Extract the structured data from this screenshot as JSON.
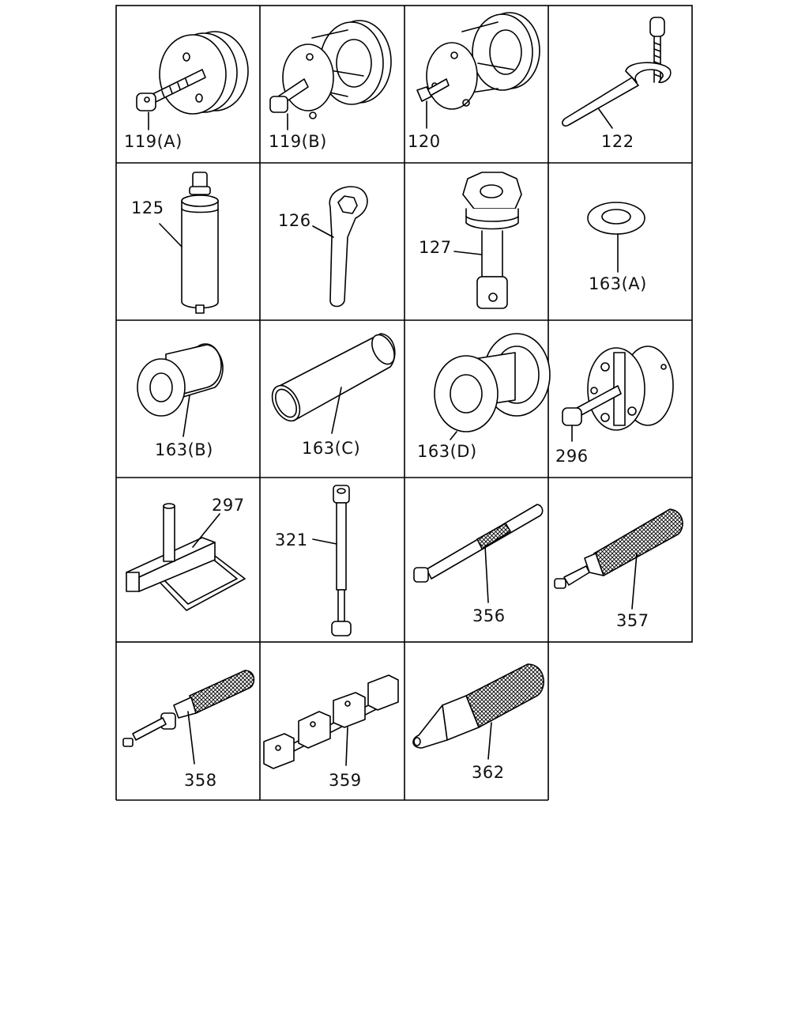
{
  "diagram": {
    "cells": [
      {
        "id": "119a",
        "label": "119(A)",
        "icon": "puller-with-screw-icon"
      },
      {
        "id": "119b",
        "label": "119(B)",
        "icon": "bearing-puller-icon"
      },
      {
        "id": "120",
        "label": "120",
        "icon": "bearing-installer-icon"
      },
      {
        "id": "122",
        "label": "122",
        "icon": "spanner-with-clamp-icon"
      },
      {
        "id": "125",
        "label": "125",
        "icon": "cylinder-tool-icon"
      },
      {
        "id": "126",
        "label": "126",
        "icon": "hex-wrench-icon"
      },
      {
        "id": "127",
        "label": "127",
        "icon": "socket-adapter-icon"
      },
      {
        "id": "163a",
        "label": "163(A)",
        "icon": "flat-washer-icon"
      },
      {
        "id": "163b",
        "label": "163(B)",
        "icon": "flanged-sleeve-icon"
      },
      {
        "id": "163c",
        "label": "163(C)",
        "icon": "pipe-tube-icon"
      },
      {
        "id": "163d",
        "label": "163(D)",
        "icon": "flanged-spool-icon"
      },
      {
        "id": "296",
        "label": "296",
        "icon": "split-puller-icon"
      },
      {
        "id": "297",
        "label": "297",
        "icon": "stand-fixture-icon"
      },
      {
        "id": "321",
        "label": "321",
        "icon": "long-rod-icon"
      },
      {
        "id": "356",
        "label": "356",
        "icon": "knurled-rod-icon"
      },
      {
        "id": "357",
        "label": "357",
        "icon": "knurled-drift-icon"
      },
      {
        "id": "358",
        "label": "358",
        "icon": "knurled-installer-icon"
      },
      {
        "id": "359",
        "label": "359",
        "icon": "alignment-bar-icon"
      },
      {
        "id": "362",
        "label": "362",
        "icon": "tapered-drift-icon"
      }
    ]
  }
}
